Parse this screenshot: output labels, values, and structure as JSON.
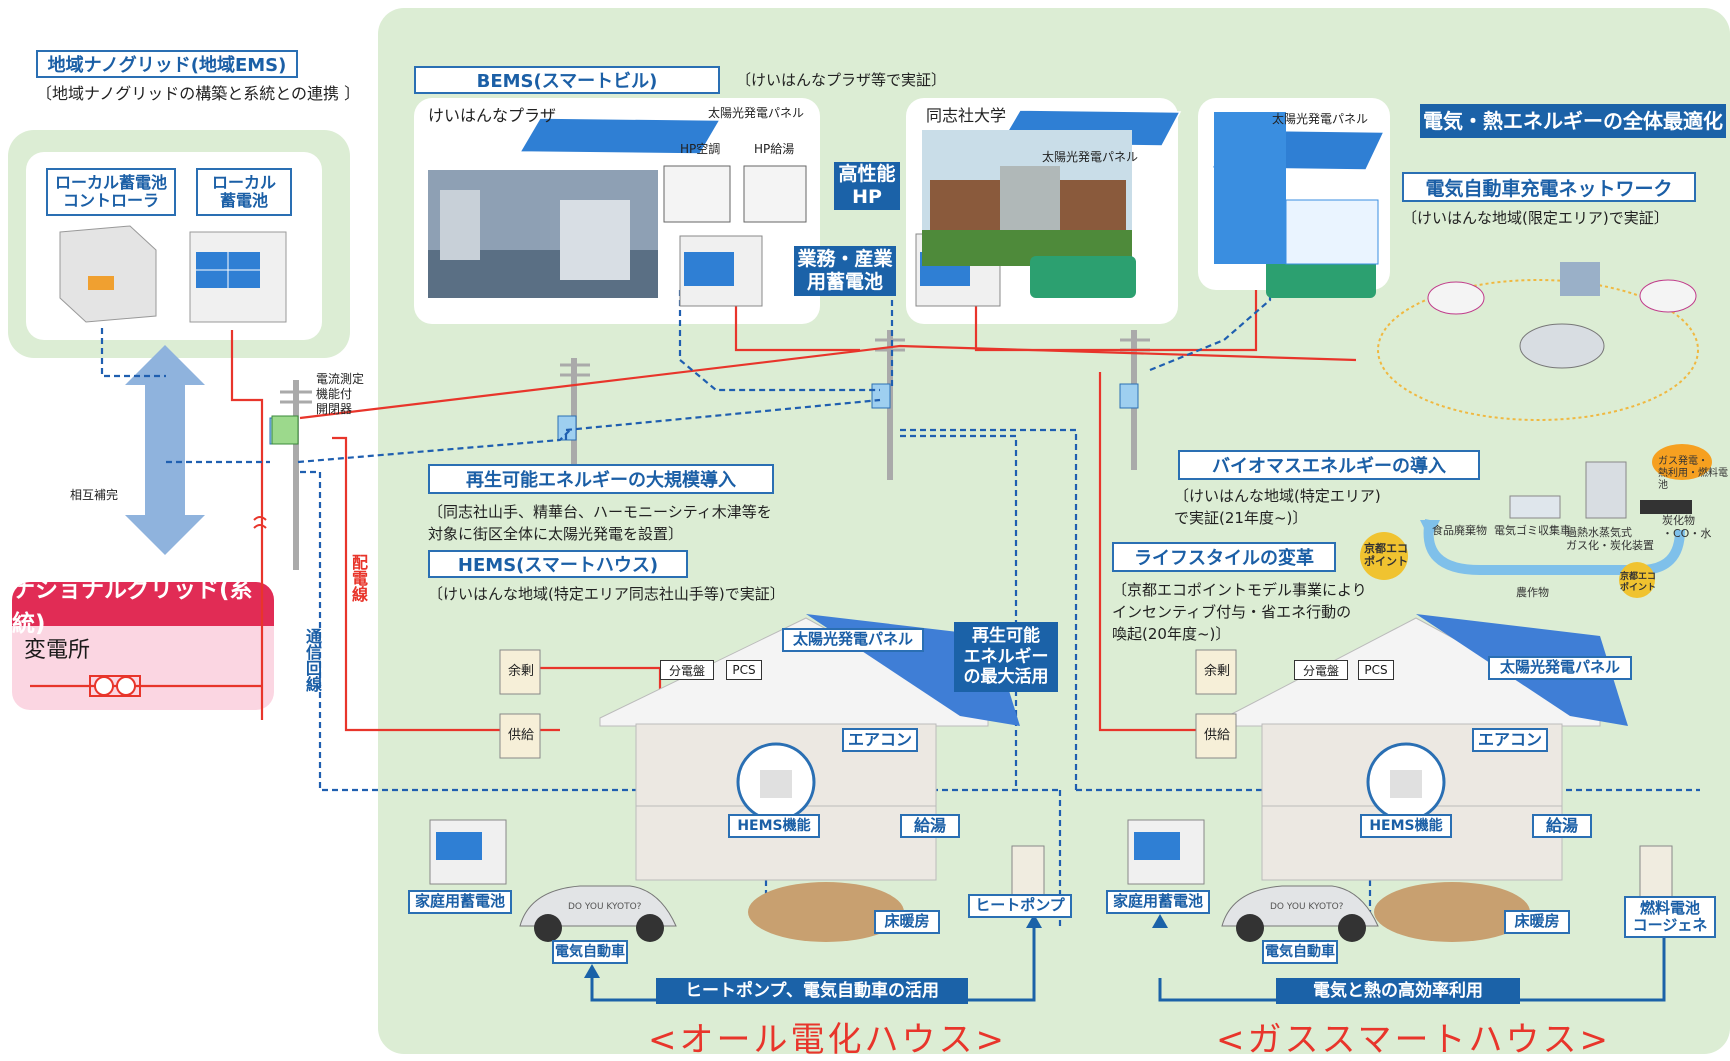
{
  "regional_grid": {
    "title": "地域ナノグリッド(地域EMS)",
    "subtitle": "〔地域ナノグリッドの構築と系統との連携 〕",
    "controller_label": "ローカル蓄電池\nコントローラ",
    "battery_label": "ローカル\n蓄電池",
    "mutual_label": "相互補完"
  },
  "national_grid": {
    "title": "ナショナルグリッド(系統)",
    "substation": "変電所"
  },
  "switch_label": "電流測定\n機能付\n開閉器",
  "line_labels": {
    "distribution": "配電線",
    "communication": "通信回線"
  },
  "bems": {
    "title": "BEMS(スマートビル)",
    "note": "〔けいはんなプラザ等で実証〕",
    "plaza": "けいはんなプラザ",
    "solar1": "太陽光発電パネル",
    "hp_ac": "HP空調",
    "hp_hot": "HP給湯",
    "high_hp": "高性能\nHP",
    "business_battery": "業務・産業\n用蓄電池",
    "doshisha": "同志社大学",
    "solar2": "太陽光発電パネル",
    "solar3": "太陽光発電パネル"
  },
  "optimization_label": "電気・熱エネルギーの全体最適化",
  "ev_network": {
    "title": "電気自動車充電ネットワーク",
    "note": "〔けいはんな地域(限定エリア)で実証〕"
  },
  "renewable": {
    "title": "再生可能エネルギーの大規模導入",
    "note": "〔同志社山手、精華台、ハーモニーシティ木津等を\n 対象に街区全体に太陽光発電を設置〕"
  },
  "hems": {
    "title": "HEMS(スマートハウス)",
    "note": "〔けいはんな地域(特定エリア同志社山手等)で実証〕"
  },
  "biomass": {
    "title": "バイオマスエネルギーの導入",
    "note": "〔けいはんな地域(特定エリア)\nで実証(21年度~)〕",
    "food_waste": "食品廃棄物",
    "garbage_truck": "電気ゴミ収集車",
    "superheated": "過熱水蒸気式\nガス化・炭化装置",
    "gas_power": "ガス発電・\n熱利用・燃料電池",
    "carbide": "炭化物\n・CO・水",
    "crops": "農作物",
    "eco_point": "京都エコ\nポイント"
  },
  "lifestyle": {
    "title": "ライフスタイルの変革",
    "note": "〔京都エコポイントモデル事業により\nインセンティブ付与・省エネ行動の\n喚起(20年度~)〕",
    "eco_point": "京都エコ\nポイント"
  },
  "house_left": {
    "surplus": "余剰",
    "supply": "供給",
    "panel": "分電盤",
    "pcs": "PCS",
    "solar": "太陽光発電パネル",
    "renewable_max": "再生可能\nエネルギー\nの最大活用",
    "aircon": "エアコン",
    "hems_func": "HEMS機能",
    "hot_water": "給湯",
    "home_battery": "家庭用蓄電池",
    "floor_heating": "床暖房",
    "heat_pump": "ヒートポンプ",
    "ev": "電気自動車",
    "bottom_banner": "ヒートポンプ、電気自動車の活用",
    "house_title": "<オール電化ハウス>"
  },
  "house_right": {
    "surplus": "余剰",
    "supply": "供給",
    "panel": "分電盤",
    "pcs": "PCS",
    "solar": "太陽光発電パネル",
    "aircon": "エアコン",
    "hems_func": "HEMS機能",
    "hot_water": "給湯",
    "home_battery": "家庭用蓄電池",
    "floor_heating": "床暖房",
    "fuel_cell": "燃料電池\nコージェネ",
    "ev": "電気自動車",
    "bottom_banner": "電気と熱の高効率利用",
    "house_title": "<ガススマートハウス>"
  },
  "car_plate": "DO YOU KYOTO?",
  "colors": {
    "zone_green": "#dcedd4",
    "brand_blue": "#1b62a8",
    "power_red": "#e8352b",
    "comm_blue": "#1f5fb0"
  }
}
